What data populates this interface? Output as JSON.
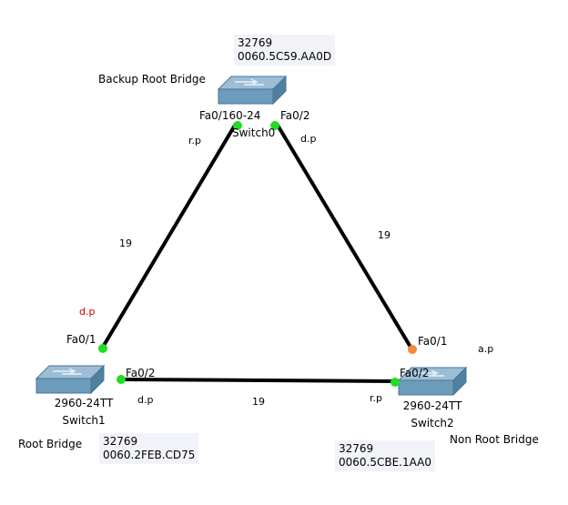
{
  "colors": {
    "link": "#000000",
    "port_up": "#22dd22",
    "port_blocked": "#f08840",
    "designated_red": "#cc0000",
    "switch_top": "#8fb3cf",
    "switch_side": "#5e8eaf",
    "info_bg": "#f1f3f8"
  },
  "switches": {
    "switch0": {
      "role": "Backup Root Bridge",
      "priority": "32769",
      "mac": "0060.5C59.AA0D",
      "model_overlap": "Fa0/160-24",
      "name": "Switch0",
      "icon": "switch-icon"
    },
    "switch1": {
      "role": "Root Bridge",
      "priority": "32769",
      "mac": "0060.2FEB.CD75",
      "model": "2960-24TT",
      "name": "Switch1",
      "icon": "switch-icon"
    },
    "switch2": {
      "role": "Non Root Bridge",
      "priority": "32769",
      "mac": "0060.5CBE.1AA0",
      "model": "2960-24TT",
      "name": "Switch2",
      "icon": "switch-icon"
    }
  },
  "ports": {
    "sw0_fa02": "Fa0/2",
    "sw1_fa01": "Fa0/1",
    "sw1_fa02": "Fa0/2",
    "sw2_fa01": "Fa0/1",
    "sw2_fa02": "Fa0/2"
  },
  "port_roles": {
    "sw0_left": "r.p",
    "sw0_right": "d.p",
    "sw1_top": "d.p",
    "sw1_bottom": "d.p",
    "sw2_left": "r.p",
    "sw2_right": "a.p"
  },
  "costs": {
    "left_link": "19",
    "right_link": "19",
    "bottom_link": "19"
  }
}
